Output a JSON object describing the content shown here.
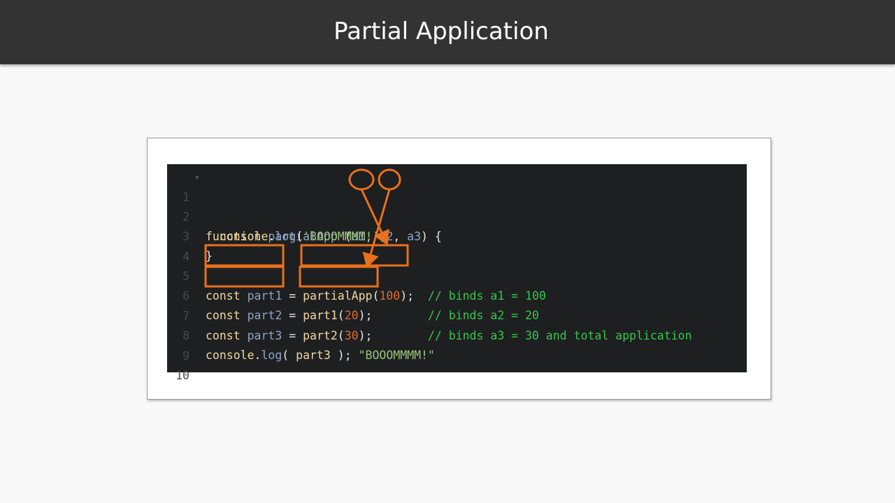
{
  "slide": {
    "title": "Partial Application"
  },
  "editor": {
    "line_numbers": [
      "1",
      "2",
      "3",
      "4",
      "5",
      "6",
      "7",
      "8",
      "9",
      "10"
    ],
    "lines": {
      "l1": {
        "kw": "function",
        "fn": " partialApp",
        "open": " (",
        "p1": "a1",
        "c1": ", ",
        "p2": "a2",
        "c2": ", ",
        "p3": "a3",
        "close": ") {"
      },
      "l2": {
        "obj": "  console",
        "dot": ".",
        "method": "log",
        "open": "(",
        "str": "'BOOOMMMM!'",
        "close": ")"
      },
      "l3": {
        "brace": "}"
      },
      "l5": {
        "kw": "const",
        "var": " part1",
        "eq": " = ",
        "call": "partialApp",
        "open": "(",
        "num": "100",
        "close": ");",
        "comment": "  // binds a1 = 100"
      },
      "l6": {
        "kw": "const",
        "var": " part2",
        "eq": " = ",
        "call": "part1",
        "open": "(",
        "num": "20",
        "close": ");",
        "comment": "        // binds a2 = 20"
      },
      "l7": {
        "kw": "const",
        "var": " part3",
        "eq": " = ",
        "call": "part2",
        "open": "(",
        "num": "30",
        "close": ");",
        "comment": "        // binds a3 = 30 and total application"
      },
      "l8": {
        "obj": "console",
        "dot": ".",
        "method": "log",
        "open": "( ",
        "arg": "part3",
        "close": " ); ",
        "result": "\"BOOOMMMM!\""
      }
    }
  },
  "colors": {
    "annotation": "#e8711c",
    "editor_bg": "#1e1f21",
    "title_bar": "#333333",
    "comment": "#35c84a",
    "number": "#e06c2a",
    "string": "#98c379"
  }
}
